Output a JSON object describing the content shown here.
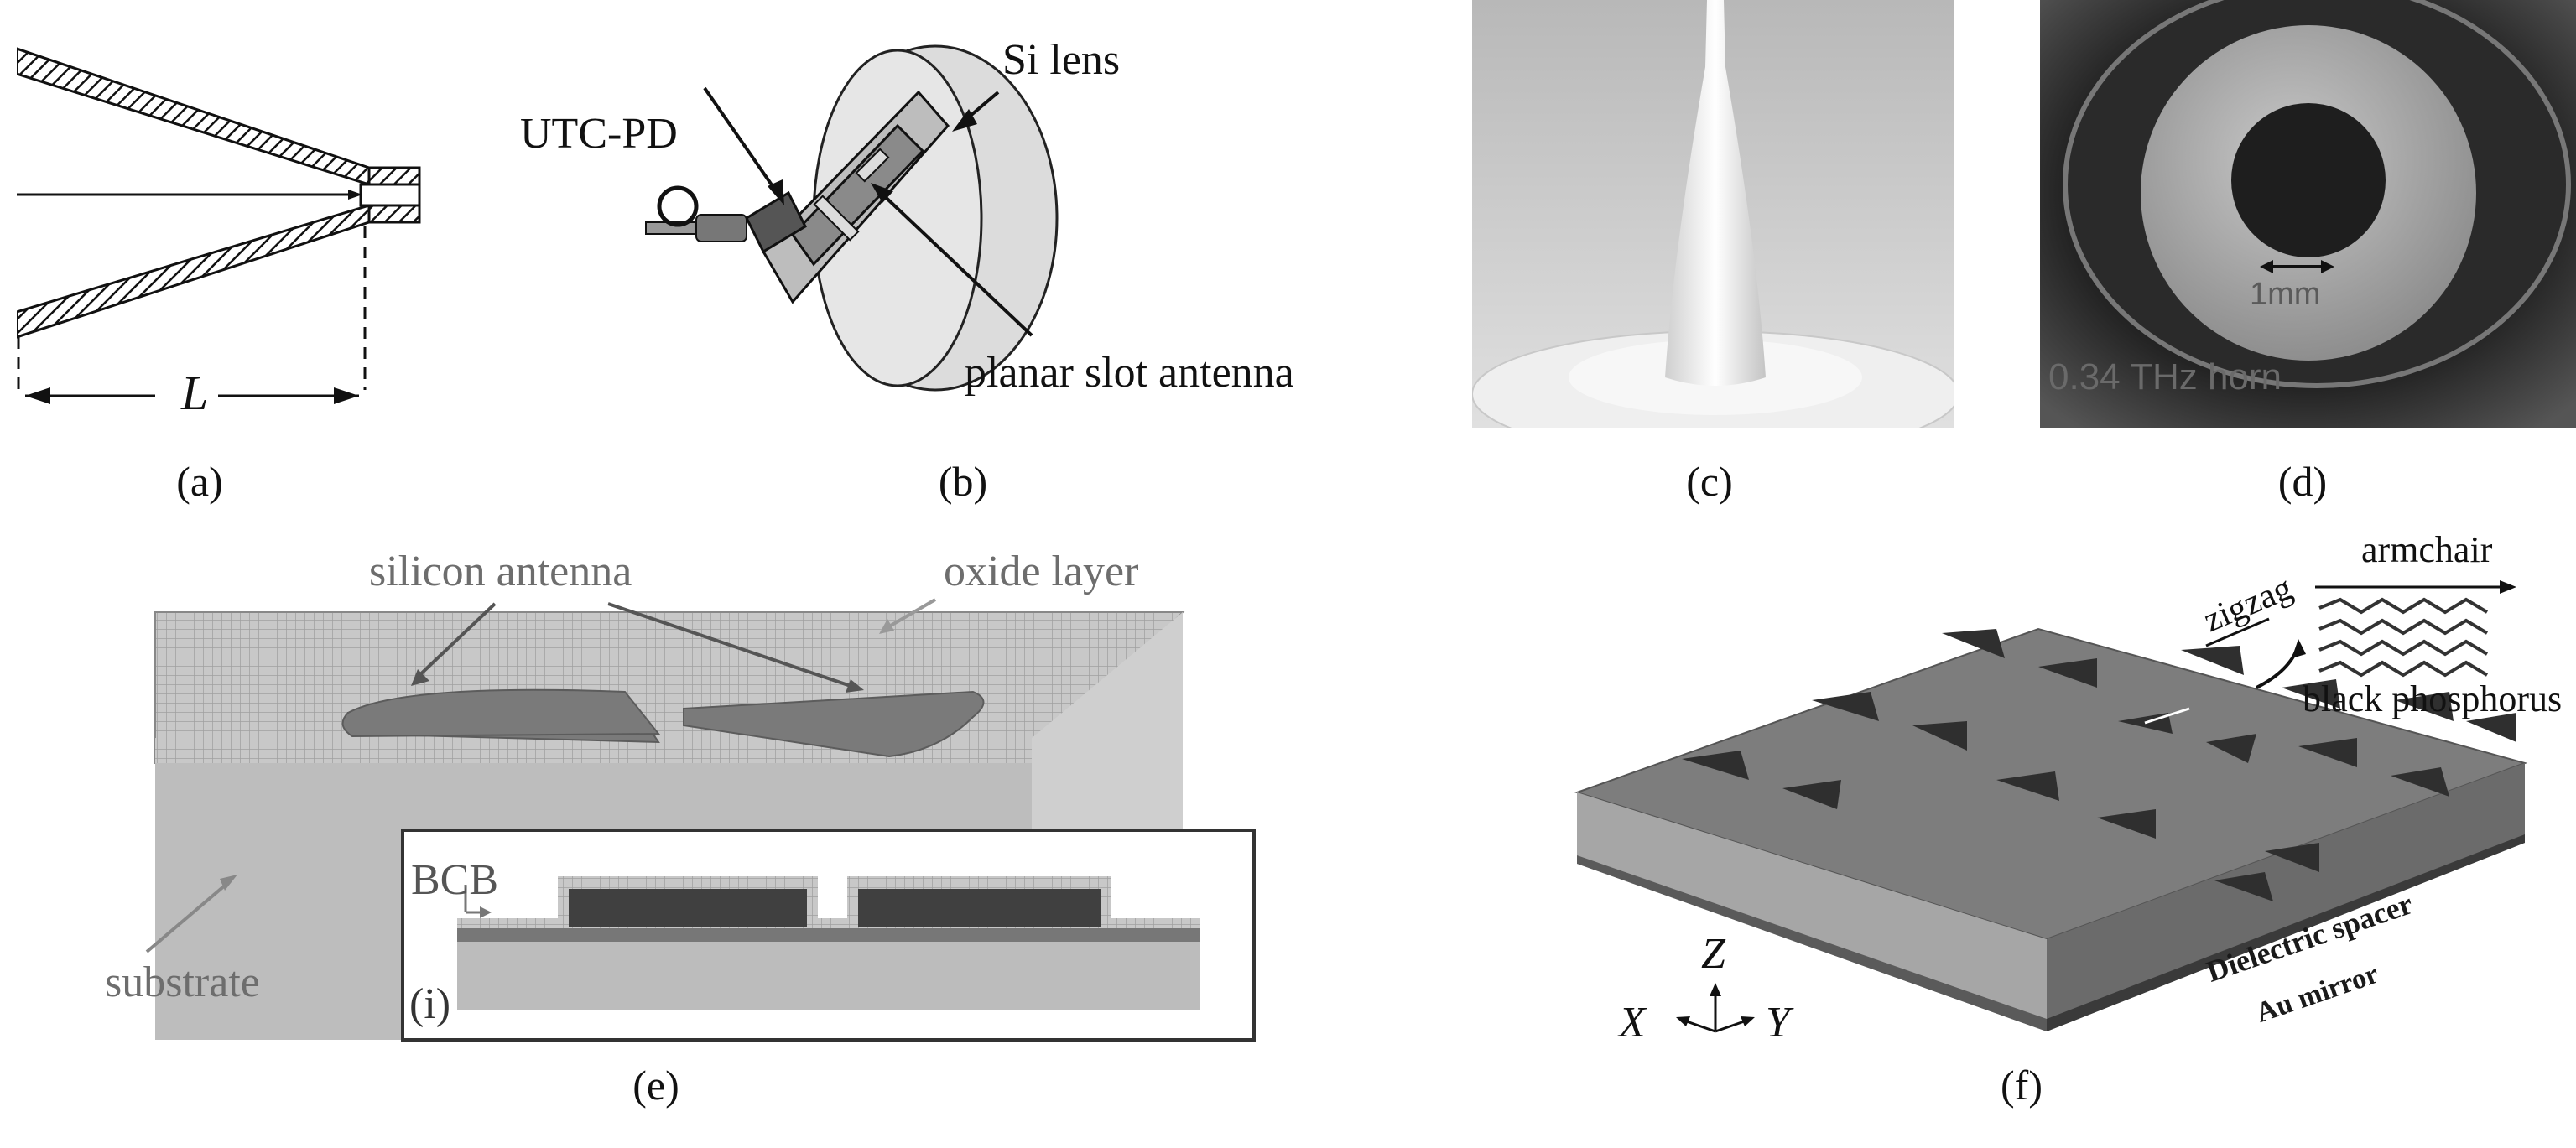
{
  "panels": {
    "a": {
      "caption": "(a)",
      "length_label": "L"
    },
    "b": {
      "caption": "(b)",
      "si_lens": "Si lens",
      "utc_pd": "UTC-PD",
      "slot_antenna": "planar slot antenna"
    },
    "c": {
      "caption": "(c)"
    },
    "d": {
      "caption": "(d)",
      "scale_text": "1mm",
      "horn_text": "0.34 THz horn"
    },
    "e": {
      "caption": "(e)",
      "silicon_antenna": "silicon antenna",
      "oxide_layer": "oxide layer",
      "substrate": "substrate",
      "bcb": "BCB",
      "inset_label": "(i)"
    },
    "f": {
      "caption": "(f)",
      "armchair": "armchair",
      "zigzag": "zigzag",
      "black_phosphorus": "black phosphorus",
      "dielectric_spacer": "Dielectric spacer",
      "au_mirror": "Au mirror",
      "axis_x": "X",
      "axis_y": "Y",
      "axis_z": "Z"
    }
  }
}
